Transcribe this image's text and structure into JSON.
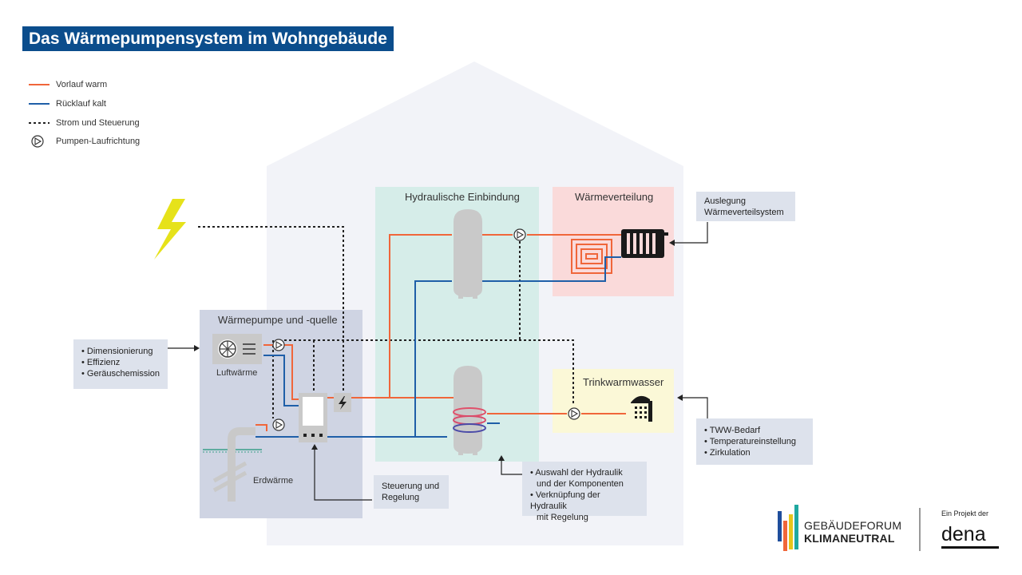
{
  "title": "Das Wärmepumpensystem im Wohngebäude",
  "legend": {
    "flow_warm": "Vorlauf warm",
    "return_cold": "Rücklauf kalt",
    "power_control": "Strom und Steuerung",
    "pump_direction": "Pumpen-Laufrichtung"
  },
  "sections": {
    "heat_pump": "Wärmepumpe und -quelle",
    "hydraulic": "Hydraulische Einbindung",
    "distribution": "Wärmeverteilung",
    "dhw": "Trinkwarmwasser"
  },
  "components": {
    "air_heat": "Luftwärme",
    "ground_heat": "Erdwärme"
  },
  "notes": {
    "heat_pump": [
      "Dimensionierung",
      "Effizienz",
      "Geräuschemission"
    ],
    "distribution": [
      "Auslegung",
      "Wärmeverteilsystem"
    ],
    "control": [
      "Steuerung und",
      "Regelung"
    ],
    "hydraulic": [
      "Auswahl der Hydraulik",
      "und der Komponenten",
      "Verknüpfung der Hydraulik",
      "mit Regelung"
    ],
    "dhw": [
      "TWW-Bedarf",
      "Temperatureinstellung",
      "Zirkulation"
    ]
  },
  "footer": {
    "logo_line1": "GEBÄUDEFORUM",
    "logo_line2": "KLIMANEUTRAL",
    "project_label": "Ein Projekt der",
    "dena": "dena"
  },
  "colors": {
    "warm": "#f0663a",
    "cold": "#1f5fa8",
    "title_bg": "#0b4d8c",
    "bolt": "#e6e21a"
  }
}
